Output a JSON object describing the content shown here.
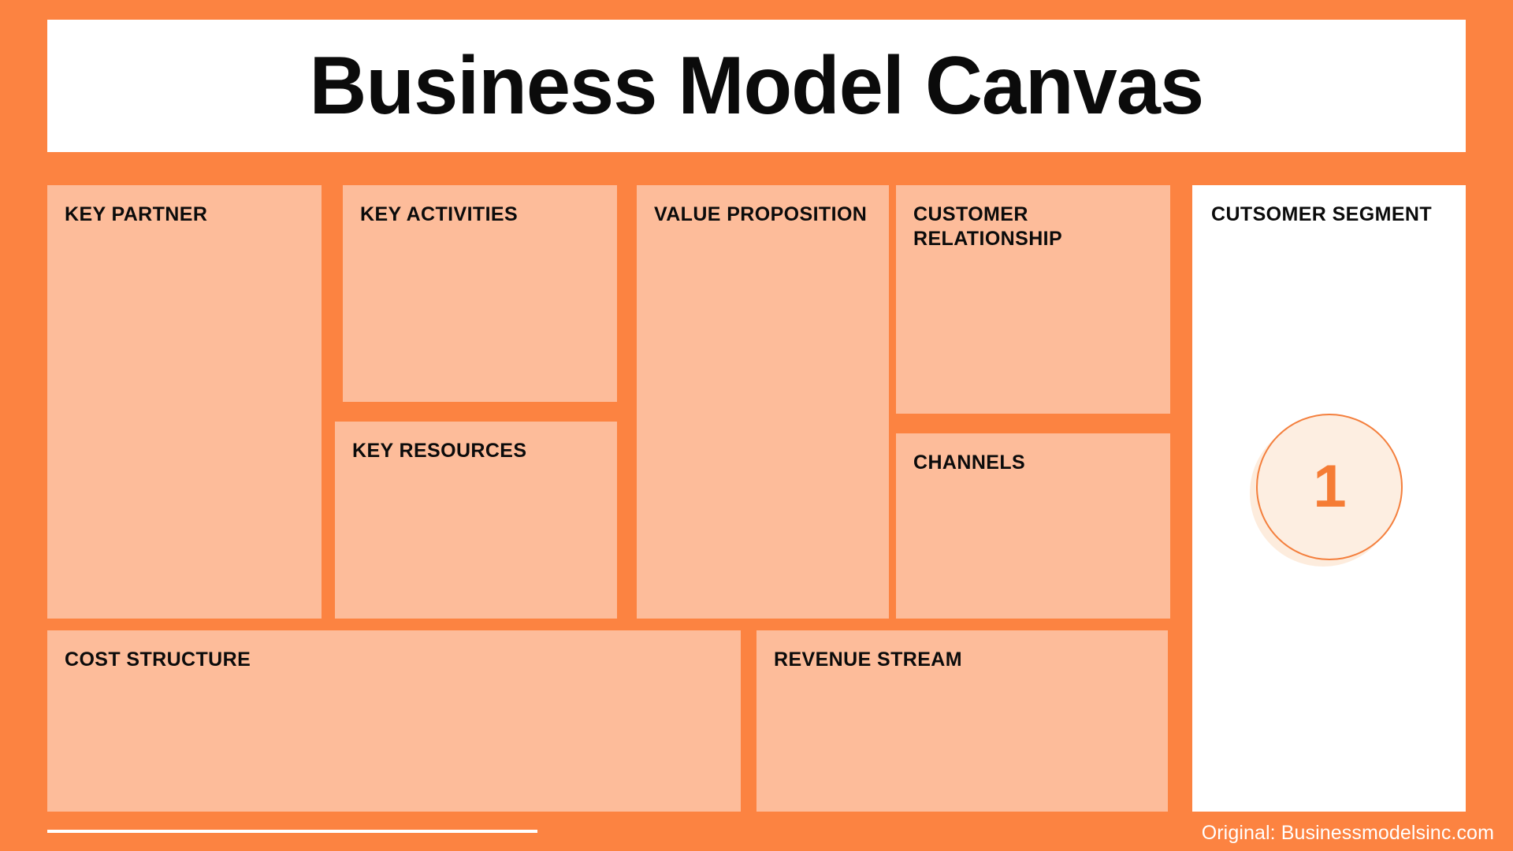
{
  "header": {
    "title": "Business Model Canvas"
  },
  "blocks": [
    {
      "id": "key-partner",
      "label": "KEY PARTNER"
    },
    {
      "id": "key-activities",
      "label": "KEY ACTIVITIES"
    },
    {
      "id": "key-resources",
      "label": "KEY RESOURCES"
    },
    {
      "id": "value-proposition",
      "label": "VALUE PROPOSITION"
    },
    {
      "id": "customer-relationship",
      "label": "CUSTOMER RELATIONSHIP"
    },
    {
      "id": "channels",
      "label": "CHANNELS"
    },
    {
      "id": "cost-structure",
      "label": "COST STRUCTURE"
    },
    {
      "id": "revenue-stream",
      "label": "REVENUE STREAM"
    }
  ],
  "customer_segment": {
    "label": "CUTSOMER SEGMENT",
    "badge_number": "1"
  },
  "footer": {
    "credit": "Original: Businessmodelsinc.com"
  },
  "colors": {
    "background_orange": "#FC8341",
    "block_fill": "#FDBC9A",
    "card_white": "#FFFFFF",
    "label_black": "#0B0B0B",
    "badge_fill": "#FDEEE1",
    "badge_border": "#F47F3D",
    "badge_number": "#F57C35",
    "badge_shadow": "#FDECDD"
  }
}
